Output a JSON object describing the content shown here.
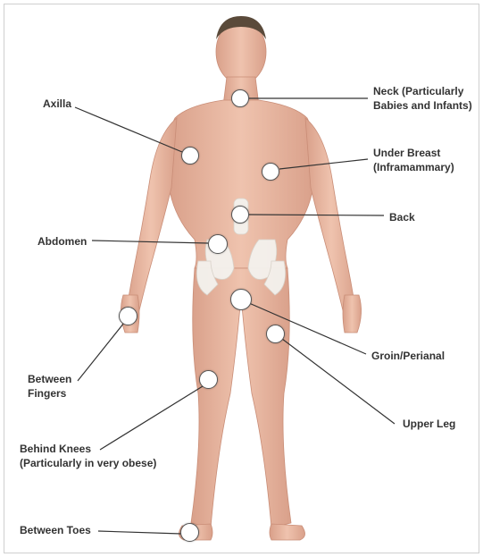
{
  "labels": {
    "neck": "Neck (Particularly\nBabies and Infants)",
    "axilla": "Axilla",
    "under_breast": "Under Breast\n(Inframammary)",
    "back": "Back",
    "abdomen": "Abdomen",
    "between_fingers": "Between\nFingers",
    "groin": "Groin/Perianal",
    "upper_leg": "Upper Leg",
    "behind_knees": "Behind Knees\n(Particularly in very obese)",
    "between_toes": "Between Toes"
  },
  "colors": {
    "skin": "#e6b5a0",
    "skin_shadow": "#c98d77",
    "hair": "#5a4a3a",
    "pelvis": "#f4f2ee",
    "leader": "#333333",
    "marker_border": "#555555"
  }
}
